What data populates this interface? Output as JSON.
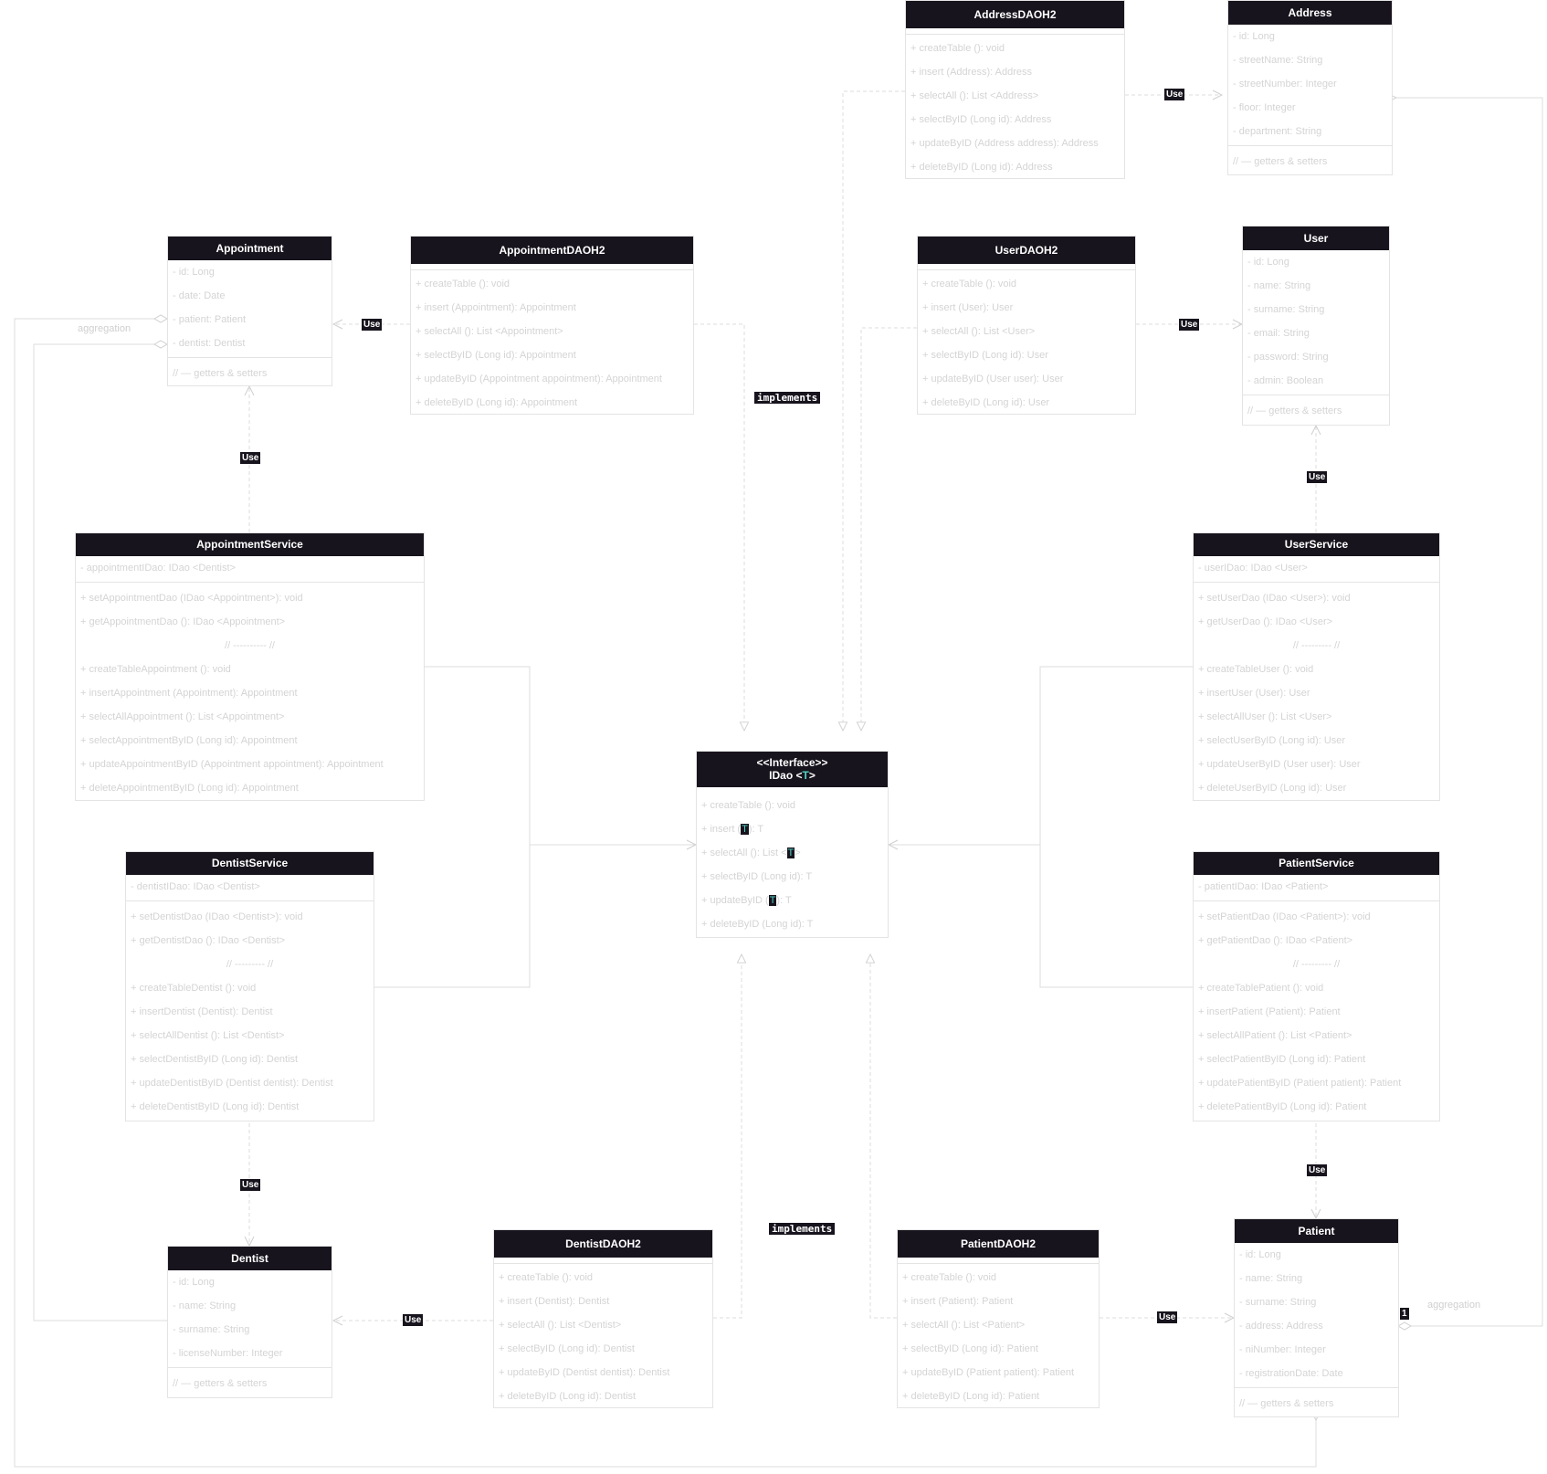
{
  "classes": {
    "addressdao": {
      "title": "AddressDAOH2",
      "rows": [
        "+ createTable (): void",
        "+ insert (Address): Address",
        "+ selectAll (): List <Address>",
        "+ selectByID (Long id): Address",
        "+ updateByID (Address address): Address",
        "+ deleteByID (Long id): Address"
      ]
    },
    "address": {
      "title": "Address",
      "attrs": [
        "- id: Long",
        "- streetName: String",
        "- streetNumber: Integer",
        "- floor: Integer",
        "- department: String"
      ],
      "methods": [
        "// — getters & setters"
      ]
    },
    "appointment": {
      "title": "Appointment",
      "attrs": [
        "- id: Long",
        "- date: Date",
        "- patient: Patient",
        "- dentist: Dentist"
      ],
      "methods": [
        "// — getters & setters"
      ]
    },
    "appointmentdao": {
      "title": "AppointmentDAOH2",
      "rows": [
        "+ createTable (): void",
        "+ insert (Appointment): Appointment",
        "+ selectAll (): List <Appointment>",
        "+ selectByID (Long id): Appointment",
        "+ updateByID (Appointment appointment): Appointment",
        "+ deleteByID (Long id): Appointment"
      ]
    },
    "userdao": {
      "title": "UserDAOH2",
      "rows": [
        "+ createTable (): void",
        "+ insert (User): User",
        "+ selectAll (): List <User>",
        "+ selectByID (Long id): User",
        "+ updateByID (User user): User",
        "+ deleteByID (Long id): User"
      ]
    },
    "user": {
      "title": "User",
      "attrs": [
        "- id: Long",
        "- name: String",
        "- surname: String",
        "- email: String",
        "- password: String",
        "- admin: Boolean"
      ],
      "methods": [
        "// — getters & setters"
      ]
    },
    "appointmentservice": {
      "title": "AppointmentService",
      "attrs": [
        "- appointmentIDao: IDao <Dentist>"
      ],
      "methods": [
        "+ setAppointmentDao (IDao <Appointment>): void",
        "+ getAppointmentDao (): IDao <Appointment>",
        "// ---------- //",
        "+ createTableAppointment (): void",
        "+ insertAppointment (Appointment): Appointment",
        "+ selectAllAppointment (): List <Appointment>",
        "+ selectAppointmentByID (Long id): Appointment",
        "+ updateAppointmentByID (Appointment appointment): Appointment",
        "+ deleteAppointmentByID (Long id): Appointment"
      ]
    },
    "userservice": {
      "title": "UserService",
      "attrs": [
        "- userIDao: IDao <User>"
      ],
      "methods": [
        "+ setUserDao (IDao <User>): void",
        "+ getUserDao (): IDao <User>",
        "// --------- //",
        "+ createTableUser (): void",
        "+ insertUser (User): User",
        "+ selectAllUser (): List <User>",
        "+ selectUserByID (Long id): User",
        "+ updateUserByID (User user): User",
        "+ deleteUserByID (Long id): User"
      ]
    },
    "idao": {
      "title1": "<<Interface>>",
      "title2": "IDao <",
      "title_type": "T",
      "title3": ">",
      "r0": "+ createTable (): void",
      "r1_a": "+ insert (",
      "r1_t": "T",
      "r1_b": "): T",
      "r2_a": "+ selectAll (): List <",
      "r2_t": "T",
      "r2_b": ">",
      "r3": "+ selectByID (Long id): T",
      "r4_a": "+ updateByID (",
      "r4_t": "T",
      "r4_b": "): T",
      "r5": "+ deleteByID (Long id): T"
    },
    "dentistservice": {
      "title": "DentistService",
      "attrs": [
        "- dentistIDao: IDao <Dentist>"
      ],
      "methods": [
        "+ setDentistDao (IDao <Dentist>): void",
        "+ getDentistDao (): IDao <Dentist>",
        "// --------- //",
        "+ createTableDentist (): void",
        "+ insertDentist (Dentist): Dentist",
        "+ selectAllDentist (): List <Dentist>",
        "+ selectDentistByID (Long id): Dentist",
        "+ updateDentistByID (Dentist dentist): Dentist",
        "+ deleteDentistByID (Long id): Dentist"
      ]
    },
    "patientservice": {
      "title": "PatientService",
      "attrs": [
        "- patientIDao: IDao <Patient>"
      ],
      "methods": [
        "+ setPatientDao (IDao <Patient>): void",
        "+ getPatientDao (): IDao <Patient>",
        "// --------- //",
        "+ createTablePatient (): void",
        "+ insertPatient (Patient): Patient",
        "+ selectAllPatient (): List <Patient>",
        "+ selectPatientByID (Long id): Patient",
        "+ updatePatientByID (Patient patient): Patient",
        "+ deletePatientByID (Long id): Patient"
      ]
    },
    "dentist": {
      "title": "Dentist",
      "attrs": [
        "- id: Long",
        "- name: String",
        "- surname: String",
        "- licenseNumber: Integer"
      ],
      "methods": [
        "// — getters & setters"
      ]
    },
    "dentistdao": {
      "title": "DentistDAOH2",
      "rows": [
        "+ createTable (): void",
        "+ insert (Dentist): Dentist",
        "+ selectAll (): List <Dentist>",
        "+ selectByID (Long id): Dentist",
        "+ updateByID (Dentist dentist): Dentist",
        "+ deleteByID (Long id): Dentist"
      ]
    },
    "patientdao": {
      "title": "PatientDAOH2",
      "rows": [
        "+ createTable (): void",
        "+ insert (Patient): Patient",
        "+ selectAll (): List <Patient>",
        "+ selectByID (Long id): Patient",
        "+ updateByID (Patient patient): Patient",
        "+ deleteByID (Long id): Patient"
      ]
    },
    "patient": {
      "title": "Patient",
      "attrs": [
        "- id: Long",
        "- name: String",
        "- surname: String",
        "- address: Address",
        "- niNumber: Integer",
        "- registrationDate: Date"
      ],
      "methods": [
        "// — getters & setters"
      ]
    }
  },
  "labels": {
    "use": "Use",
    "implements": "implements",
    "aggregation": "aggregation",
    "multiplicity_one": "1"
  },
  "colors": {
    "header": "#18141d",
    "border": "#e4e4e4",
    "muted_text": "#d4d4d4",
    "edge": "#dcdcdc",
    "type_param": "#4fd1c5"
  }
}
